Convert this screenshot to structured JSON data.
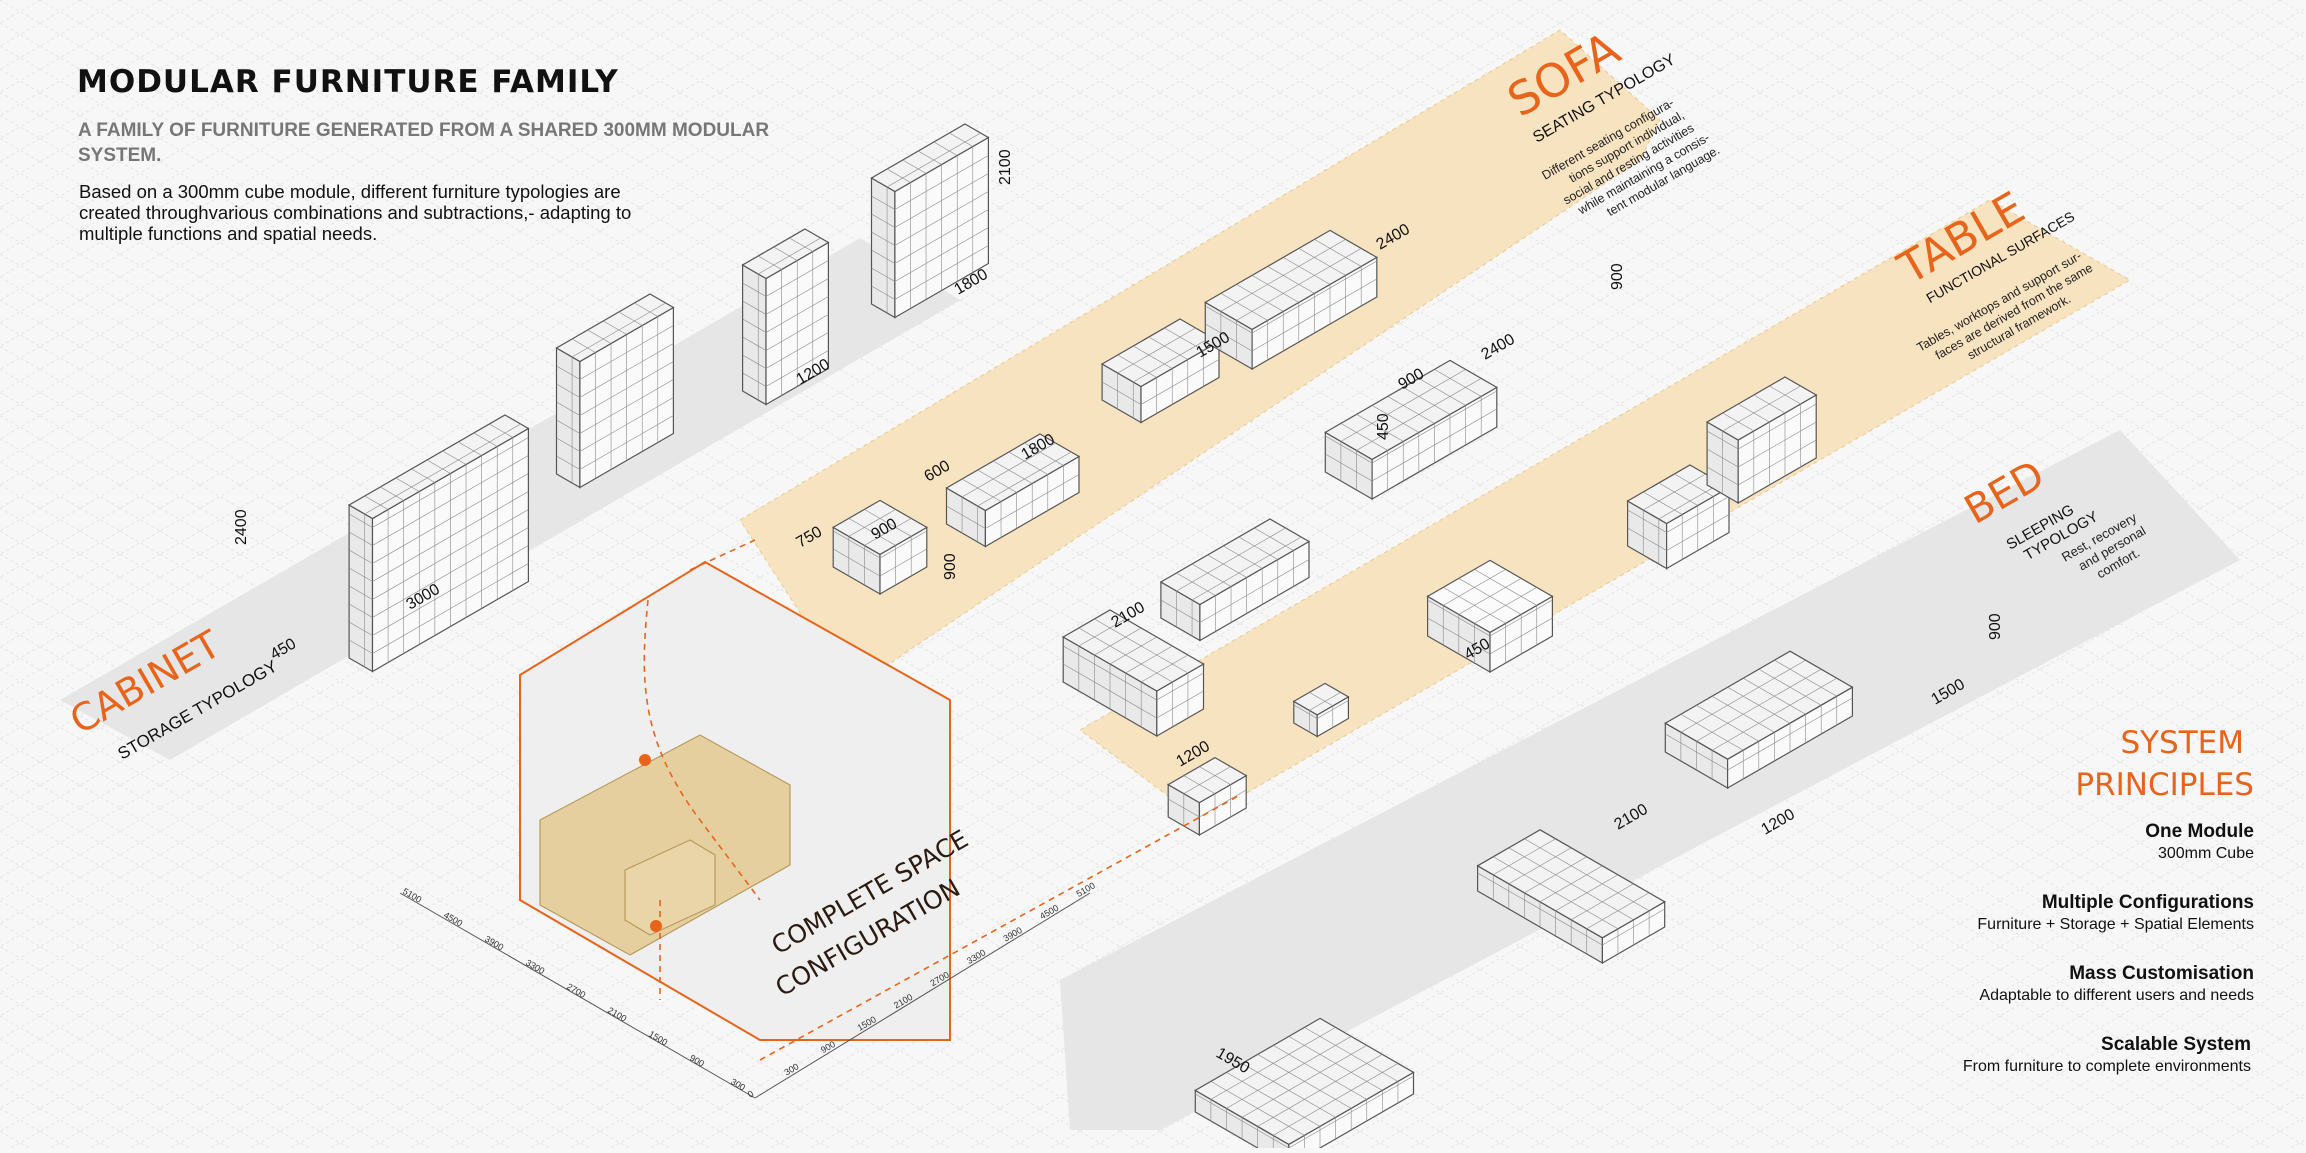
{
  "header": {
    "title": "MODULAR FURNITURE FAMILY",
    "subtitle": "A FAMILY OF FURNITURE GENERATED FROM A SHARED 300MM MODULAR SYSTEM.",
    "description": "Based on a 300mm cube module, different furniture typologies are created throughvarious combinations and subtractions,- adapting to multiple functions and spatial needs."
  },
  "colors": {
    "accent": "#e8641b",
    "sofa_band": "#f7e3c0",
    "gray_band": "#e6e6e6",
    "module_face": "#f3f3f3",
    "module_line": "#555555",
    "wood": "#e6cf9f"
  },
  "typologies": {
    "cabinet": {
      "name": "CABINET",
      "tag": "STORAGE TYPOLOGY"
    },
    "sofa": {
      "name": "SOFA",
      "tag": "SEATING TYPOLOGY",
      "desc_lines": [
        "Different seating configura-",
        "tions support individual,",
        "social and resting activities",
        "while maintaining a consis-",
        "tent modular language."
      ]
    },
    "table": {
      "name": "TABLE",
      "tag": "FUNCTIONAL SURFACES",
      "desc_lines": [
        "Tables, worktops and support sur-",
        "faces are derived from the same",
        "structural framework."
      ]
    },
    "bed": {
      "name": "BED",
      "tag_lines": [
        "SLEEPING",
        "TYPOLOGY"
      ],
      "desc_lines": [
        "Rest, recovery",
        "and personal",
        "comfort."
      ]
    }
  },
  "dimensions": {
    "cabinet": [
      "2400",
      "3000",
      "450",
      "2100",
      "1200",
      "1800"
    ],
    "sofa": [
      "2400",
      "900",
      "2400",
      "900",
      "1500",
      "1800",
      "600",
      "750",
      "900",
      "900",
      "2100",
      "450"
    ],
    "table": [
      "450",
      "1200"
    ],
    "bed": [
      "900",
      "1500",
      "2100",
      "1200",
      "1950"
    ]
  },
  "space": {
    "label_lines": [
      "COMPLETE SPACE",
      "CONFIGURATION"
    ],
    "left_axis": [
      "5100",
      "4500",
      "3900",
      "3300",
      "2700",
      "2100",
      "1500",
      "900",
      "300"
    ],
    "right_axis": [
      "0",
      "300",
      "900",
      "1500",
      "2100",
      "2700",
      "3300",
      "3900",
      "4500",
      "5100"
    ]
  },
  "principles": {
    "heading_lines": [
      "SYSTEM",
      "PRINCIPLES"
    ],
    "items": [
      {
        "title": "One Module",
        "sub": "300mm Cube"
      },
      {
        "title": "Multiple Configurations",
        "sub": "Furniture + Storage + Spatial Elements"
      },
      {
        "title": "Mass Customisation",
        "sub": "Adaptable to different users and needs"
      },
      {
        "title": "Scalable System",
        "sub": "From furniture to complete environments"
      }
    ]
  }
}
